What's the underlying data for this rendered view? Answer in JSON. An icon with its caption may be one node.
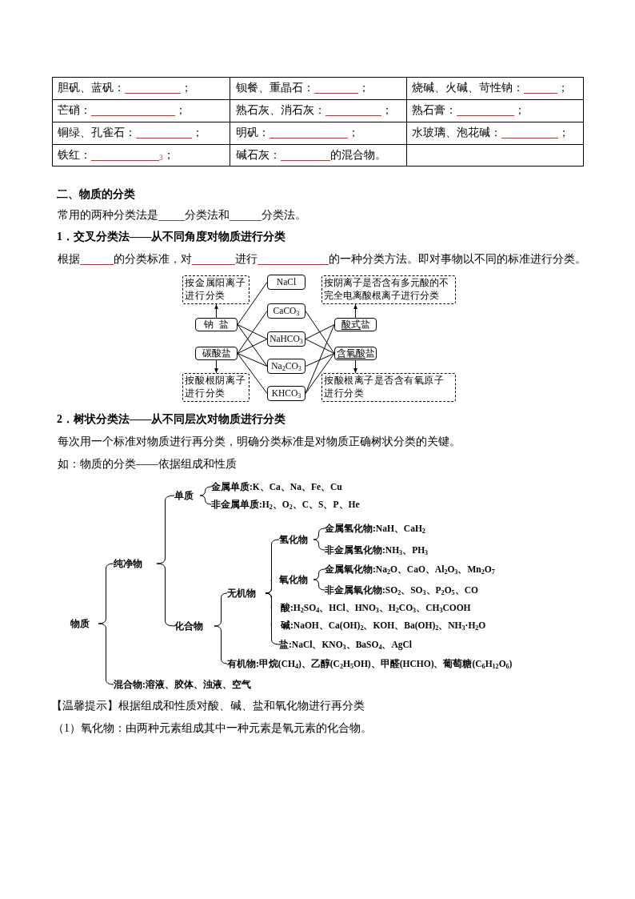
{
  "diagram": {
    "nodes": [
      {
        "text": [
          "按金属阳离子进行分类"
        ]
      },
      {
        "text": [
          "钠 盐"
        ]
      },
      {
        "text": [
          "碳酸盐"
        ]
      },
      {
        "text": [
          "按酸根阴离子进行分类"
        ]
      },
      {
        "text": [
          "NaCl"
        ]
      },
      {
        "text": [
          "CaCO$_{3}$"
        ]
      },
      {
        "text": [
          "NaHCO$_{3}$"
        ]
      },
      {
        "text": [
          "Na$_{2}$CO$_{3}$"
        ]
      },
      {
        "text": [
          "KHCO$_{3}$"
        ]
      },
      {
        "text": [
          "按阴离子是否含有多元酸的不完全电离酸根离子进行分类"
        ]
      },
      {
        "text": [
          "酸式盐"
        ]
      },
      {
        "text": [
          "含氧酸盐"
        ]
      },
      {
        "text": [
          "按酸根离子是否含有氧原子进行分类"
        ]
      },
      {
        "text": [
          "物质"
        ]
      },
      {
        "text": [
          "纯净物"
        ]
      },
      {
        "text": [
          "单质"
        ]
      },
      {
        "text": [
          "金属单质:K、Ca、Na、Fe、Cu"
        ]
      },
      {
        "text": [
          "非金属单质:H$_{2}$、O$_{2}$、C、S、P、He"
        ]
      },
      {
        "text": [
          "化合物"
        ]
      },
      {
        "text": [
          "无机物"
        ]
      },
      {
        "text": [
          "氢化物"
        ]
      },
      {
        "text": [
          "金属氢化物:NaH、CaH$_{2}$"
        ]
      },
      {
        "text": [
          "非金属氢化物:NH$_{3}$、PH$_{3}$"
        ]
      },
      {
        "text": [
          "氧化物"
        ]
      },
      {
        "text": [
          "金属氧化物:Na$_{2}$O、CaO、Al$_{2}$O$_{3}$、Mn$_{2}$O$_{7}$"
        ]
      },
      {
        "text": [
          "非金属氧化物:SO$_{2}$、SO$_{3}$、P$_{2}$O$_{5}$、CO"
        ]
      },
      {
        "text": [
          "酸:H$_{2}$SO$_{4}$、HCl、HNO$_{3}$、H$_{2}$CO$_{3}$、CH$_{3}$COOH"
        ]
      },
      {
        "text": [
          "碱:NaOH、Ca(OH)$_{2}$、KOH、Ba(OH)$_{2}$、NH$_{3}$·H$_{2}$O"
        ]
      },
      {
        "text": [
          "盐:NaCl、KNO$_{3}$、BaSO$_{4}$、AgCl"
        ]
      },
      {
        "text": [
          "有机物:甲烷(CH$_{4}$)、乙醇(C$_{2}$H$_{5}$OH)、甲醛(HCHO)、葡萄糖(C$_{6}$H$_{12}$O$_{6}$)"
        ]
      },
      {
        "text": [
          "混合物:溶液、胶体、浊液、空气"
        ]
      }
    ],
    "edges": [
      {
        "from": 1,
        "to": 0,
        "arrow": "to"
      },
      {
        "from": 2,
        "to": 3,
        "arrow": "to"
      },
      {
        "from": 10,
        "to": 9,
        "arrow": "to"
      },
      {
        "from": 11,
        "to": 12,
        "arrow": "to"
      },
      {
        "from": 1,
        "to": 4,
        "arrow": "none"
      },
      {
        "from": 1,
        "to": 6,
        "arrow": "none"
      },
      {
        "from": 1,
        "to": 7,
        "arrow": "none"
      },
      {
        "from": 2,
        "to": 5,
        "arrow": "none"
      },
      {
        "from": 2,
        "to": 6,
        "arrow": "none"
      },
      {
        "from": 2,
        "to": 7,
        "arrow": "none"
      },
      {
        "from": 2,
        "to": 8,
        "arrow": "none"
      },
      {
        "from": 5,
        "to": 11,
        "arrow": "none"
      },
      {
        "from": 6,
        "to": 10,
        "arrow": "none"
      },
      {
        "from": 6,
        "to": 11,
        "arrow": "none"
      },
      {
        "from": 7,
        "to": 11,
        "arrow": "none"
      },
      {
        "from": 8,
        "to": 10,
        "arrow": "none"
      },
      {
        "from": 8,
        "to": 11,
        "arrow": "none"
      },
      {
        "from": 13,
        "to": 14,
        "arrow": "none"
      },
      {
        "from": 13,
        "to": 30,
        "arrow": "none"
      },
      {
        "from": 14,
        "to": 15,
        "arrow": "none"
      },
      {
        "from": 14,
        "to": 18,
        "arrow": "none"
      },
      {
        "from": 15,
        "to": 16,
        "arrow": "none"
      },
      {
        "from": 15,
        "to": 17,
        "arrow": "none"
      },
      {
        "from": 18,
        "to": 19,
        "arrow": "none"
      },
      {
        "from": 18,
        "to": 29,
        "arrow": "none"
      },
      {
        "from": 19,
        "to": 20,
        "arrow": "none"
      },
      {
        "from": 19,
        "to": 23,
        "arrow": "none"
      },
      {
        "from": 19,
        "to": 26,
        "arrow": "none"
      },
      {
        "from": 19,
        "to": 27,
        "arrow": "none"
      },
      {
        "from": 19,
        "to": 28,
        "arrow": "none"
      },
      {
        "from": 20,
        "to": 21,
        "arrow": "none"
      },
      {
        "from": 20,
        "to": 22,
        "arrow": "none"
      },
      {
        "from": 23,
        "to": 24,
        "arrow": "none"
      },
      {
        "from": 23,
        "to": 25,
        "arrow": "none"
      }
    ],
    "labels": [
      "胆矾、蓝矾：",
      "；",
      "钡餐、重晶石：",
      "；",
      "烧碱、火碱、苛性钠：",
      "；",
      "芒硝：",
      "；",
      "熟石灰、消石灰：",
      "；",
      "熟石膏：",
      "；",
      "铜绿、孔雀石：",
      "；",
      "明矾：",
      "；",
      "水玻璃、泡花碱：",
      "；",
      "铁红：",
      "$_{3}$；",
      "碱石灰：",
      "的混合物。",
      "二、物质的分类",
      "常用的两种分类法是",
      "分类法和",
      "分类法。",
      "1．交叉分类法——从不同角度对物质进行分类",
      "根据",
      "的分类标准，对",
      "进行",
      "的一种分类方法。即对事物以不同的标准进行分类。",
      "2．树状分类法——从不同层次对物质进行分类",
      "每次用一个标准对物质进行再分类，明确分类标准是对物质正确树状分类的关键。",
      "如：物质的分类——依据组成和性质",
      "【温馨提示】根据组成和性质对酸、碱、盐和氧化物进行再分类",
      "（1）氧化物：由两种元素组成其中一种元素是氧元素的化合物。"
    ]
  }
}
